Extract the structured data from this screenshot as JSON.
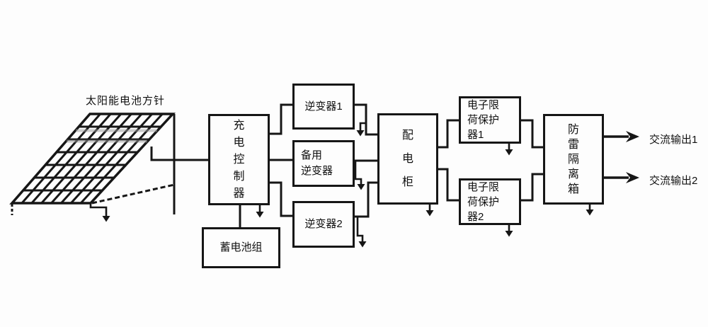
{
  "diagram": {
    "background": "#fdfdfd",
    "ink": "#161616",
    "labels": {
      "solar_array": "太阳能电池方针",
      "ac_output1": "交流输出1",
      "ac_output2": "交流输出2"
    },
    "blocks": {
      "charge_controller": {
        "label": "充电控制器"
      },
      "battery_pack": {
        "label": "蓄电池组"
      },
      "inverter1": {
        "label": "逆变器1"
      },
      "backup_inverter": {
        "label": "备用\n逆变器"
      },
      "inverter2": {
        "label": "逆变器2"
      },
      "distribution_cabinet": {
        "label": "配电柜"
      },
      "load_protector1": {
        "label": "电子限\n荷保护\n器1"
      },
      "load_protector2": {
        "label": "电子限\n荷保护\n器2"
      },
      "lightning_isolation_box": {
        "label": "防雷隔离箱"
      }
    }
  }
}
